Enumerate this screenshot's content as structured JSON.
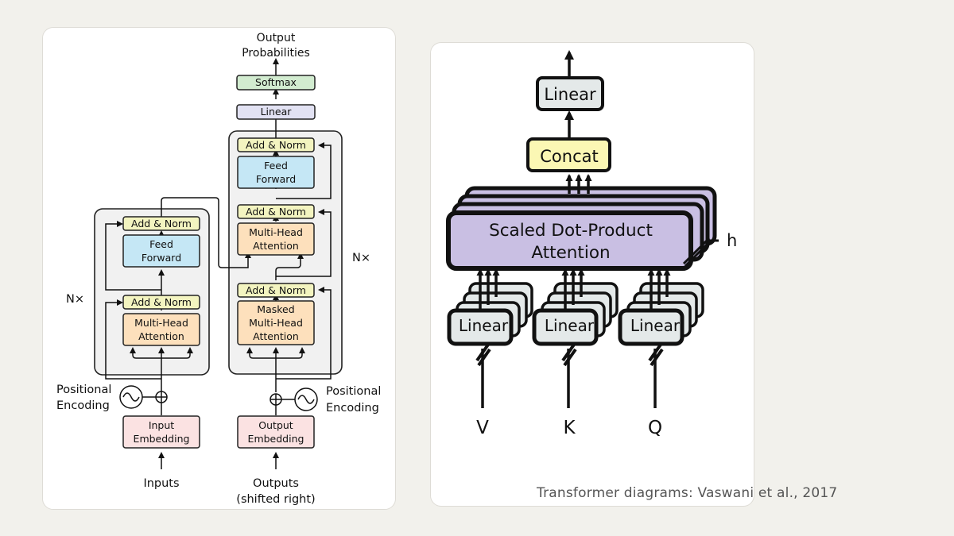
{
  "left_diagram": {
    "output_probabilities": [
      "Output",
      "Probabilities"
    ],
    "softmax": "Softmax",
    "linear": "Linear",
    "add_norm": "Add & Norm",
    "feed_forward": [
      "Feed",
      "Forward"
    ],
    "multi_head_attention": [
      "Multi-Head",
      "Attention"
    ],
    "masked_multi_head_attention": [
      "Masked",
      "Multi-Head",
      "Attention"
    ],
    "nx": "N×",
    "positional_encoding": [
      "Positional",
      "Encoding"
    ],
    "input_embedding": [
      "Input",
      "Embedding"
    ],
    "output_embedding": [
      "Output",
      "Embedding"
    ],
    "inputs": "Inputs",
    "outputs": [
      "Outputs",
      "(shifted right)"
    ]
  },
  "right_diagram": {
    "linear_top": "Linear",
    "concat": "Concat",
    "scaled_dot_product_attention": [
      "Scaled Dot-Product",
      "Attention"
    ],
    "h": "h",
    "linear": "Linear",
    "inputs": [
      "V",
      "K",
      "Q"
    ]
  },
  "caption": "Transformer diagrams: Vaswani et al., 2017",
  "colors": {
    "add_norm": "#f3f4c0",
    "feed_forward": "#c5e7f5",
    "attention": "#fde0bc",
    "embedding": "#fbe2e2",
    "softmax": "#d2ecd0",
    "linear_left": "#e2e2f3",
    "block_bg": "#f1f1f1",
    "scaled_attention": "#c9bfe3",
    "concat": "#fbf7b4",
    "linear_right": "#e4e9e9"
  }
}
